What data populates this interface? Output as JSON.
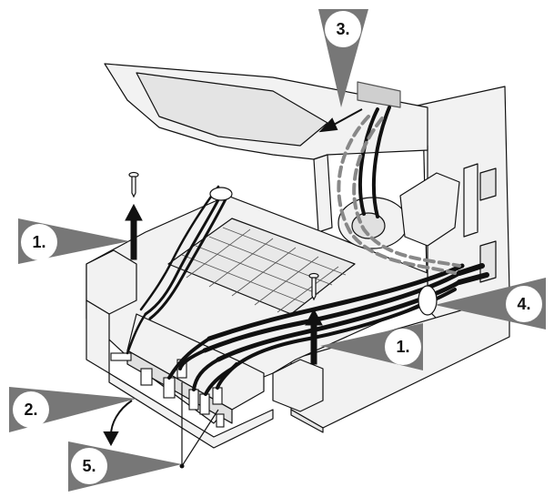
{
  "colors": {
    "callout_fill": "#777777",
    "badge_fill": "#ffffff",
    "line": "#111111",
    "part_fill": "#f2f2f2",
    "shade": "#d0d0d0",
    "cable": "#111111"
  },
  "callouts": [
    {
      "id": "step-1-left",
      "label": "1."
    },
    {
      "id": "step-2",
      "label": "2."
    },
    {
      "id": "step-3",
      "label": "3."
    },
    {
      "id": "step-4",
      "label": "4."
    },
    {
      "id": "step-1-right",
      "label": "1."
    },
    {
      "id": "step-5",
      "label": "5."
    }
  ],
  "icons": {
    "screw": "screw-icon",
    "arrow_up": "arrow-up-icon",
    "arrow_curved": "curved-arrow-icon",
    "arrow_left": "arrow-left-icon"
  }
}
